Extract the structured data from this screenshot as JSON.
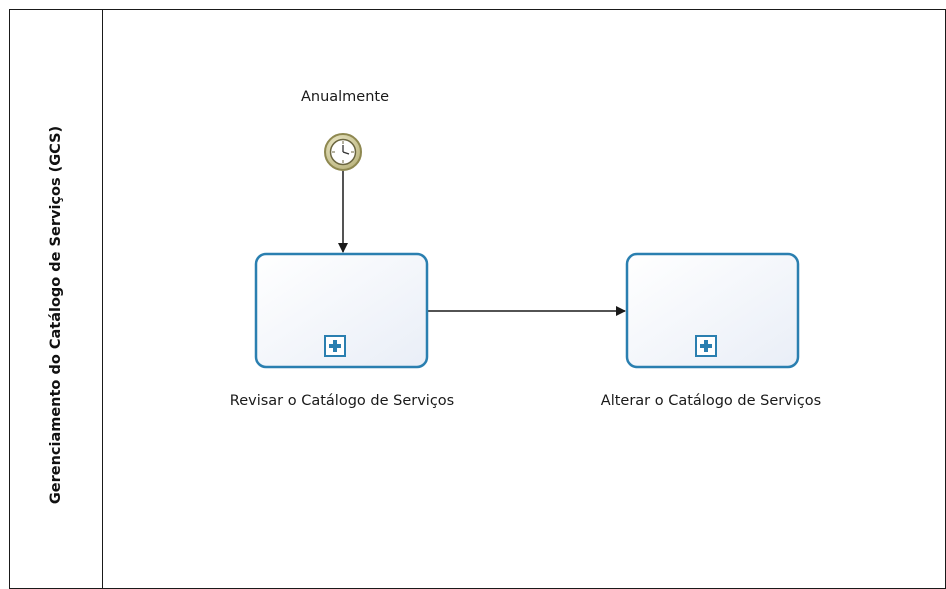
{
  "pool": {
    "title": "Gerenciamento do Catálogo de Serviços (GCS)"
  },
  "start_event": {
    "label": "Anualmente",
    "type": "timer-start-event",
    "color": "#b8b27a"
  },
  "tasks": [
    {
      "label": "Revisar o Catálogo de Serviços",
      "marker": "subprocess-plus-icon"
    },
    {
      "label": "Alterar o Catálogo de Serviços",
      "marker": "subprocess-plus-icon"
    }
  ],
  "colors": {
    "task_border": "#2a7fb0",
    "task_fill": "#ffffff",
    "flow": "#1a1a1a"
  }
}
